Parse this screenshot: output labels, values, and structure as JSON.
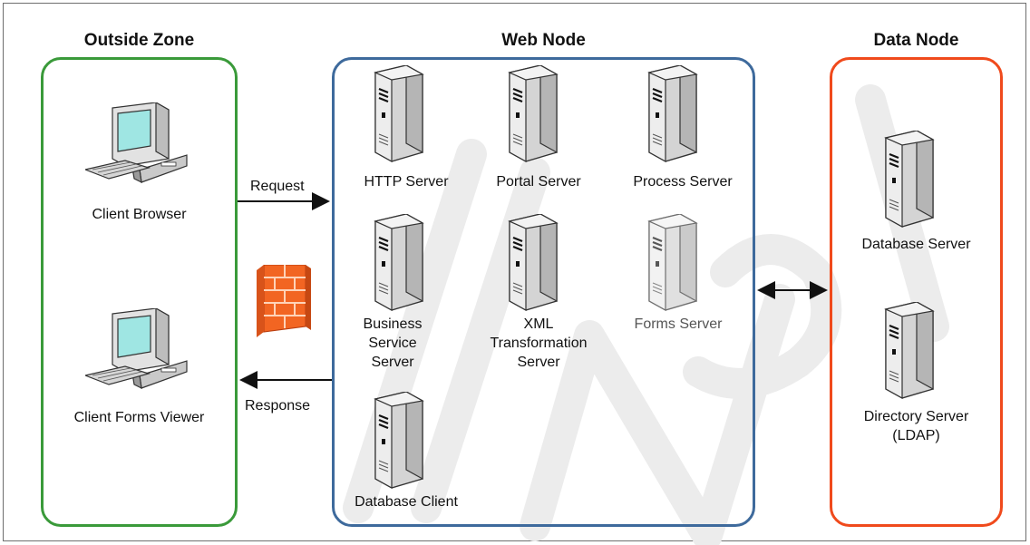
{
  "zones": {
    "outside": {
      "title": "Outside Zone",
      "color": "#3a9a3a"
    },
    "web": {
      "title": "Web Node",
      "color": "#3e6a9c"
    },
    "data": {
      "title": "Data Node",
      "color": "#f04a1c"
    }
  },
  "clients": {
    "browser": "Client Browser",
    "forms_viewer": "Client Forms Viewer"
  },
  "web_servers": {
    "http": "HTTP Server",
    "portal": "Portal Server",
    "process": "Process Server",
    "business": "Business\nService\nServer",
    "xml": "XML\nTransformation\nServer",
    "forms": "Forms Server",
    "db_client": "Database Client"
  },
  "data_servers": {
    "database": "Database Server",
    "directory": "Directory Server\n(LDAP)"
  },
  "connections": {
    "request": "Request",
    "response": "Response"
  },
  "icons": {
    "client": "desktop-computer-icon",
    "server": "tower-server-icon",
    "firewall": "brick-firewall-icon"
  },
  "colors": {
    "firewall": "#f26522",
    "watermark": "#e6e6e6"
  }
}
